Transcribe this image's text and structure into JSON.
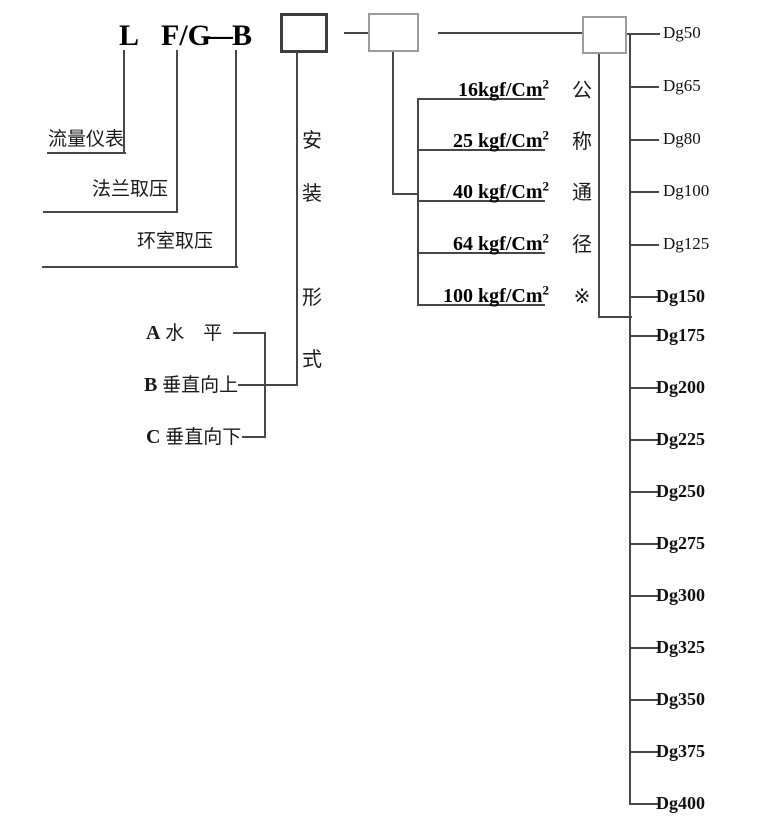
{
  "title_code": {
    "l": "L",
    "fg": "F/G",
    "dash": "—",
    "b": "B"
  },
  "left_branches": [
    {
      "label": "流量仪表"
    },
    {
      "label": "法兰取压"
    },
    {
      "label": "环室取压"
    }
  ],
  "install": {
    "vertical_label": "安装形式",
    "options": [
      {
        "key": "A",
        "label": "水　平"
      },
      {
        "key": "B",
        "label": "垂直向上"
      },
      {
        "key": "C",
        "label": "垂直向下"
      }
    ]
  },
  "pressure": {
    "items": [
      {
        "label": "16kgf/Cm",
        "sup": "2"
      },
      {
        "label": "25 kgf/Cm",
        "sup": "2"
      },
      {
        "label": "40 kgf/Cm",
        "sup": "2"
      },
      {
        "label": "64 kgf/Cm",
        "sup": "2"
      },
      {
        "label": "100 kgf/Cm",
        "sup": "2"
      }
    ]
  },
  "diameter": {
    "vertical_label": "公称通径※",
    "items": [
      {
        "label": "Dg50",
        "bold": false
      },
      {
        "label": "Dg65",
        "bold": false
      },
      {
        "label": "Dg80",
        "bold": false
      },
      {
        "label": "Dg100",
        "bold": false
      },
      {
        "label": "Dg125",
        "bold": false
      },
      {
        "label": "Dg150",
        "bold": true
      },
      {
        "label": "Dg175",
        "bold": true
      },
      {
        "label": "Dg200",
        "bold": true
      },
      {
        "label": "Dg225",
        "bold": true
      },
      {
        "label": "Dg250",
        "bold": true
      },
      {
        "label": "Dg275",
        "bold": true
      },
      {
        "label": "Dg300",
        "bold": true
      },
      {
        "label": "Dg325",
        "bold": true
      },
      {
        "label": "Dg350",
        "bold": true
      },
      {
        "label": "Dg375",
        "bold": true
      },
      {
        "label": "Dg400",
        "bold": true
      }
    ]
  }
}
